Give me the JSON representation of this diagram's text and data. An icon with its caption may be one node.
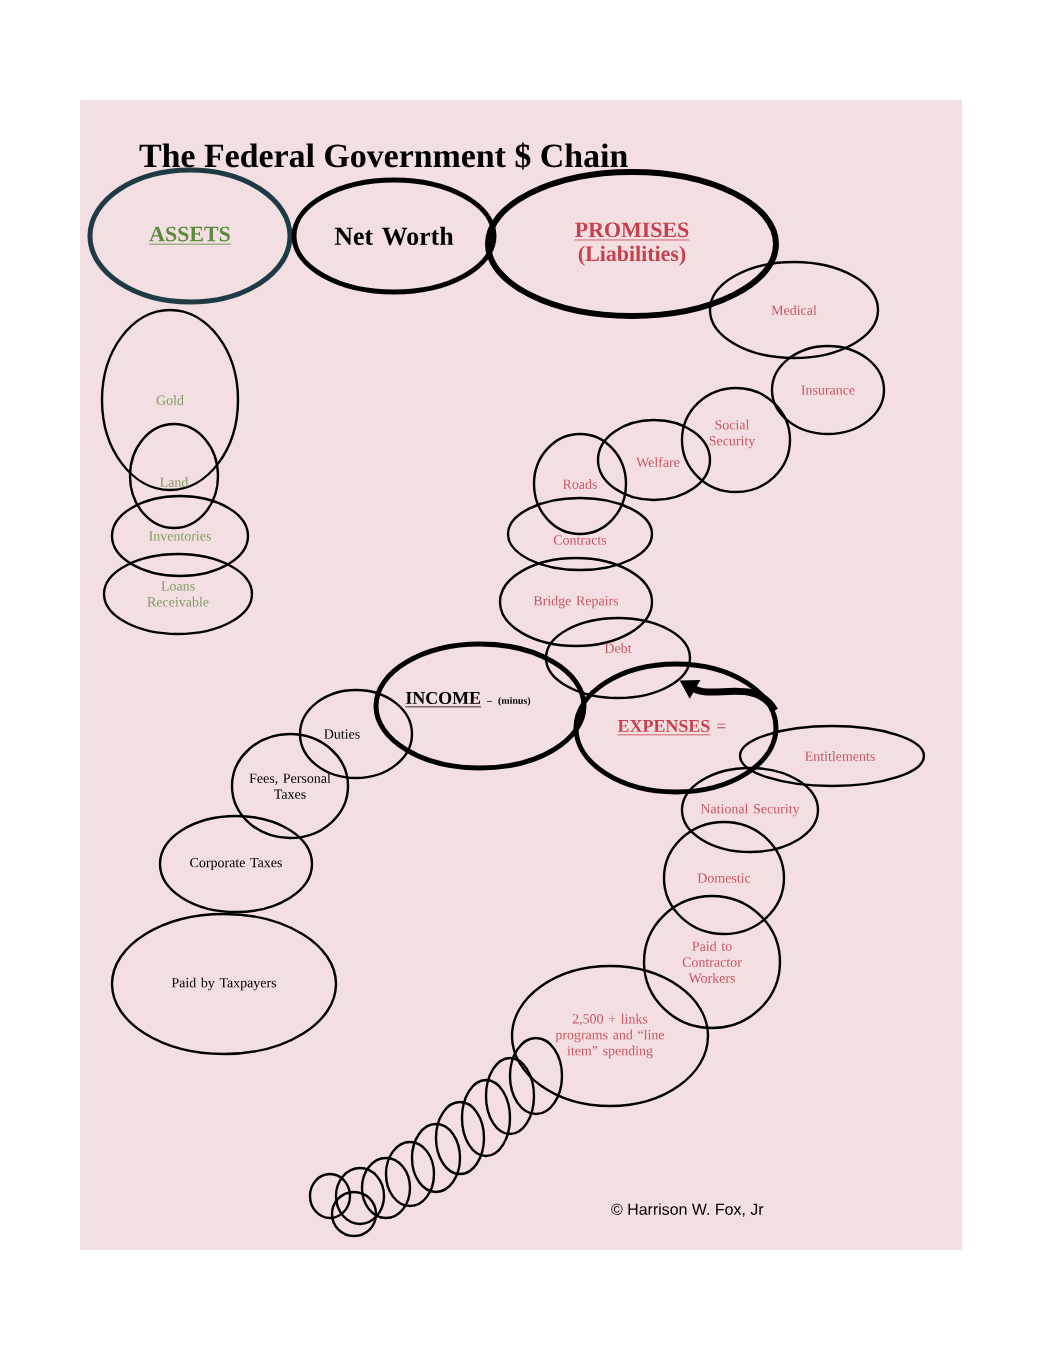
{
  "diagram": {
    "title": "The Federal Government $ Chain",
    "nodes": [
      {
        "text": [
          "ASSETS"
        ]
      },
      {
        "text": [
          "Net Worth"
        ]
      },
      {
        "text": [
          "PROMISES",
          "(Liabilities)"
        ]
      },
      {
        "text": [
          "Gold"
        ]
      },
      {
        "text": [
          "Land"
        ]
      },
      {
        "text": [
          "Inventories"
        ]
      },
      {
        "text": [
          "Loans Receivable"
        ]
      },
      {
        "text": [
          "Medical"
        ]
      },
      {
        "text": [
          "Insurance"
        ]
      },
      {
        "text": [
          "Social Security"
        ]
      },
      {
        "text": [
          "Welfare"
        ]
      },
      {
        "text": [
          "Roads"
        ]
      },
      {
        "text": [
          "Contracts"
        ]
      },
      {
        "text": [
          "Bridge Repairs"
        ]
      },
      {
        "text": [
          "Debt"
        ]
      },
      {
        "text": [
          "INCOME",
          "– (minus)"
        ]
      },
      {
        "text": [
          "EXPENSES",
          "="
        ]
      },
      {
        "text": [
          "Entitlements"
        ]
      },
      {
        "text": [
          "Duties"
        ]
      },
      {
        "text": [
          "National Security"
        ]
      },
      {
        "text": [
          "Fees, Personal Taxes"
        ]
      },
      {
        "text": [
          "Domestic"
        ]
      },
      {
        "text": [
          "Corporate Taxes"
        ]
      },
      {
        "text": [
          "Paid by Taxpayers"
        ]
      },
      {
        "text": [
          "Paid to Contractor Workers"
        ]
      },
      {
        "text": [
          "2,500 + links programs and “line item” spending"
        ]
      },
      {
        "text": [],
        "shape": "ellipse"
      },
      {
        "text": [],
        "shape": "ellipse"
      },
      {
        "text": [],
        "shape": "ellipse"
      },
      {
        "text": [],
        "shape": "ellipse"
      },
      {
        "text": [],
        "shape": "ellipse"
      },
      {
        "text": [],
        "shape": "ellipse"
      },
      {
        "text": [],
        "shape": "ellipse"
      },
      {
        "text": [],
        "shape": "ellipse"
      },
      {
        "text": [],
        "shape": "ellipse"
      },
      {
        "text": [],
        "shape": "ellipse"
      }
    ],
    "edges": [
      {
        "from": 16,
        "to": 14,
        "arrow": "to"
      }
    ],
    "labels": [
      "© Harrison W. Fox, Jr"
    ]
  }
}
